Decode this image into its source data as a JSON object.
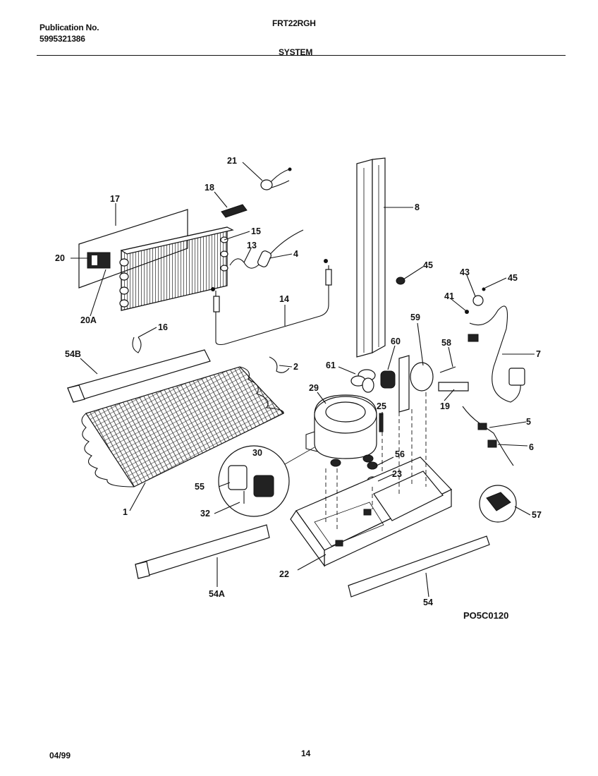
{
  "header": {
    "publication_label": "Publication No.",
    "publication_number": "5995321386",
    "model": "FRT22RGH",
    "section": "SYSTEM"
  },
  "footer": {
    "date": "04/99",
    "page": "14",
    "diagram_code": "PO5C0120"
  },
  "callouts": [
    "21",
    "18",
    "17",
    "15",
    "20",
    "13",
    "4",
    "20A",
    "14",
    "16",
    "8",
    "45",
    "43",
    "45",
    "41",
    "7",
    "59",
    "58",
    "60",
    "61",
    "2",
    "54B",
    "29",
    "25",
    "19",
    "5",
    "6",
    "30",
    "56",
    "23",
    "55",
    "57",
    "32",
    "1",
    "22",
    "54A",
    "54"
  ]
}
